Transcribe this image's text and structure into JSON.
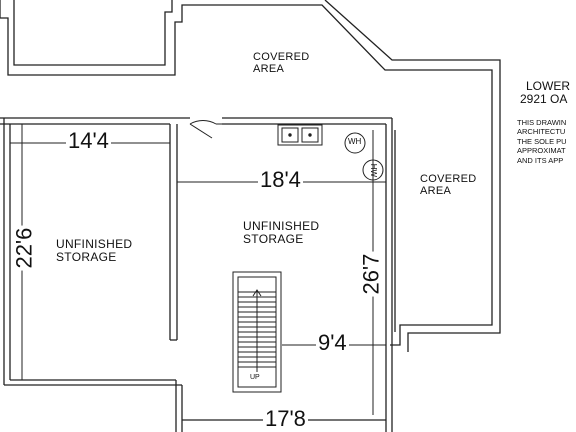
{
  "rooms": {
    "covered_area_top_line1": "COVERED",
    "covered_area_top_line2": "AREA",
    "covered_area_right_line1": "COVERED",
    "covered_area_right_line2": "AREA",
    "storage_left_line1": "UNFINISHED",
    "storage_left_line2": "STORAGE",
    "storage_center_line1": "UNFINISHED",
    "storage_center_line2": "STORAGE"
  },
  "dimensions": {
    "left_width": "14'4",
    "left_height": "22'6",
    "center_width": "18'4",
    "center_height": "26'7",
    "stair_width": "9'4",
    "bottom_width": "17'8"
  },
  "fixtures": {
    "water_heater": "WH",
    "furnace": "HW",
    "stair_direction": "UP"
  },
  "title": {
    "line1": "LOWER",
    "line2": "2921 OA"
  },
  "notes": [
    "THIS DRAWIN",
    "ARCHITECTU",
    "THE SOLE PU",
    "APPROXIMAT",
    "AND ITS APP"
  ]
}
